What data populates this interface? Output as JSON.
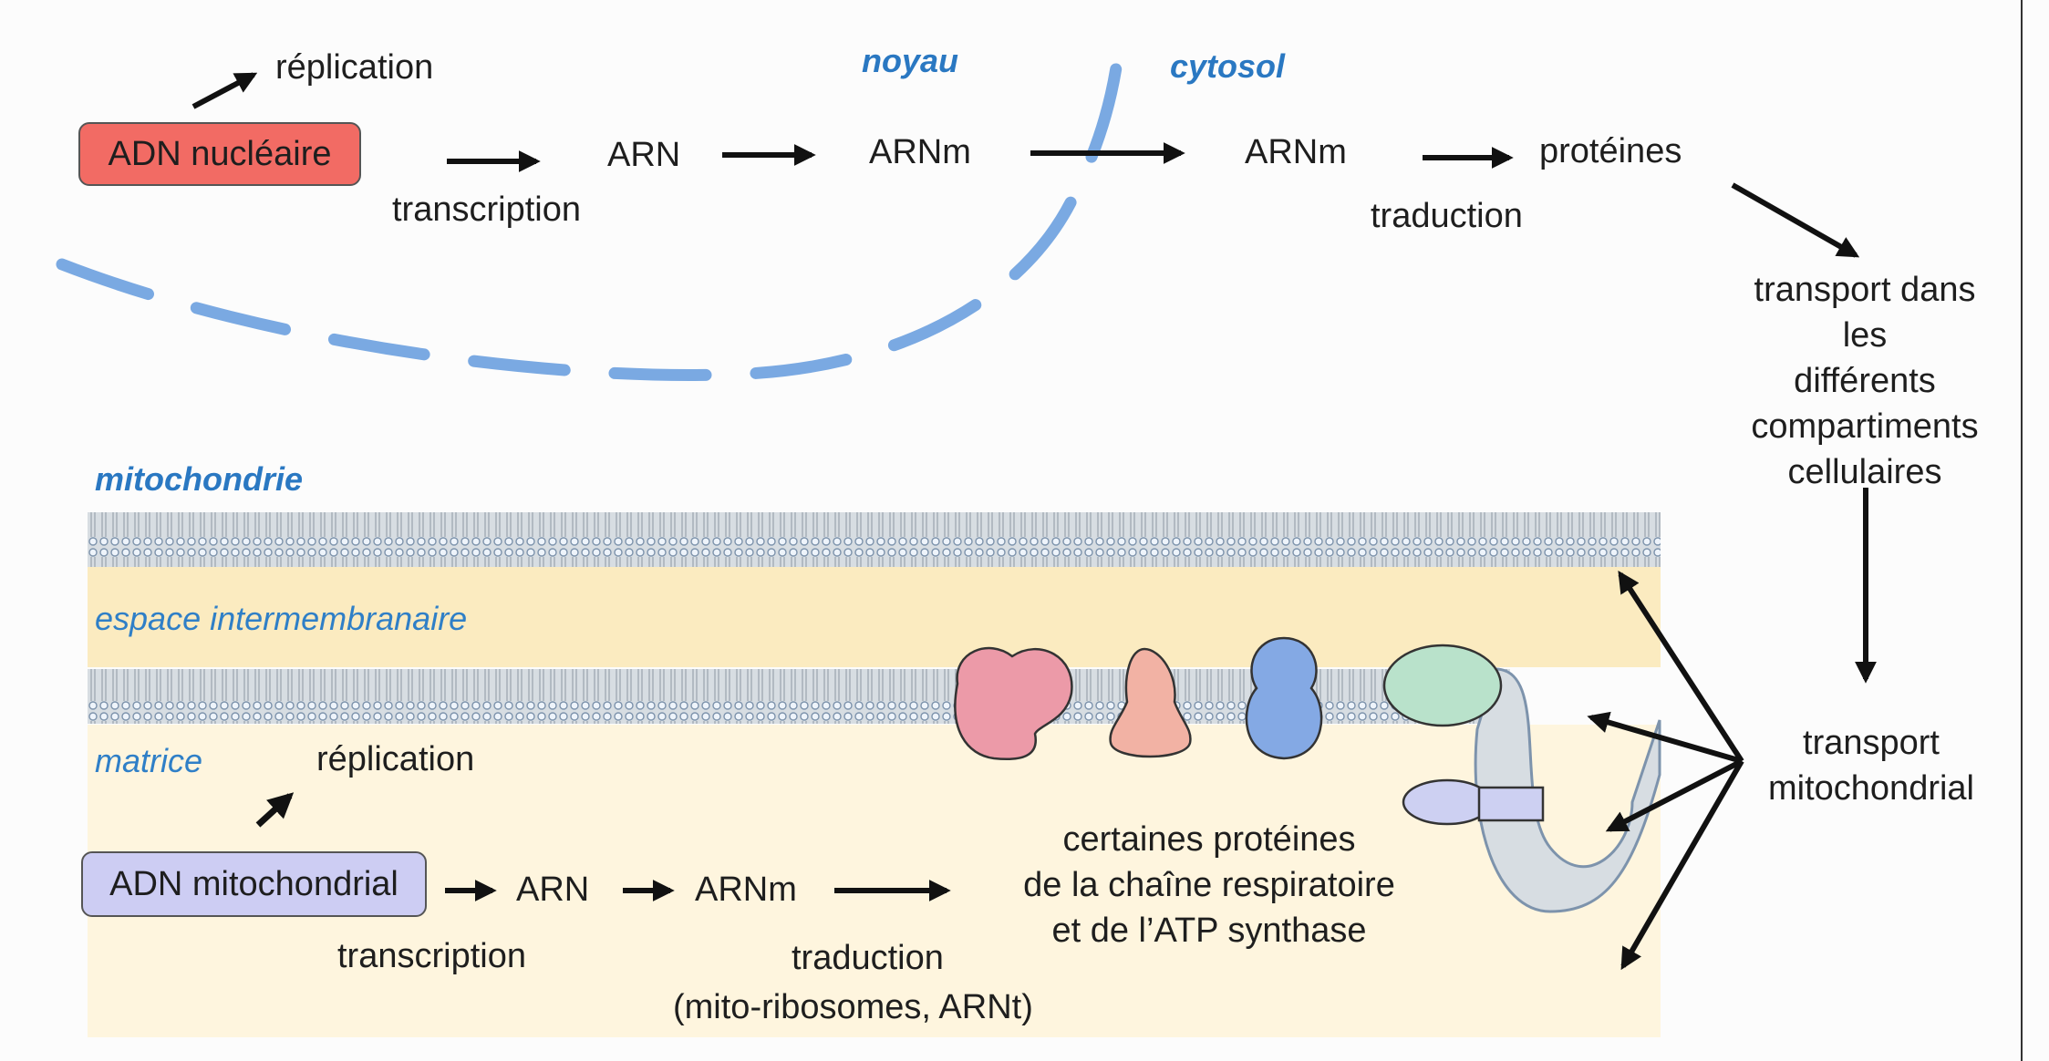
{
  "colors": {
    "nuclear_box": "#f26b64",
    "mito_box": "#cdcdf3",
    "membrane_dash": "#7aa9e2",
    "region_label": "#2a78c2",
    "intermembrane_space": "#fbebc0",
    "matrix": "#fef5de",
    "arrow": "#111111"
  },
  "nucleus_section": {
    "region_noyau": "noyau",
    "region_cytosol": "cytosol",
    "dna_label": "ADN nucléaire",
    "replication": "réplication",
    "rna": "ARN",
    "transcription": "transcription",
    "mrna_nucleus": "ARNm",
    "mrna_cytosol": "ARNm",
    "translation": "traduction",
    "proteins": "protéines",
    "transport_cell": [
      "transport dans les",
      "différents",
      "compartiments",
      "cellulaires"
    ],
    "transport_mito": [
      "transport",
      "mitochondrial"
    ]
  },
  "mito_section": {
    "region_mito": "mitochondrie",
    "region_intermembrane": "espace intermembranaire",
    "region_matrix": "matrice",
    "replication": "réplication",
    "dna_label": "ADN mitochondrial",
    "rna": "ARN",
    "mrna": "ARNm",
    "transcription": "transcription",
    "translation": "traduction",
    "translation_detail": "(mito-ribosomes, ARNt)",
    "proteins_text": [
      "certaines protéines",
      "de la chaîne respiratoire",
      "et de l’ATP synthase"
    ]
  },
  "complexes": [
    {
      "name": "complex-1",
      "color": "#ec9aa8"
    },
    {
      "name": "complex-2",
      "color": "#f2b2a4"
    },
    {
      "name": "complex-3",
      "color": "#84a9e4"
    },
    {
      "name": "complex-4",
      "color": "#b9e2cb"
    },
    {
      "name": "atp-synthase",
      "color": "#cdd0f2"
    }
  ]
}
